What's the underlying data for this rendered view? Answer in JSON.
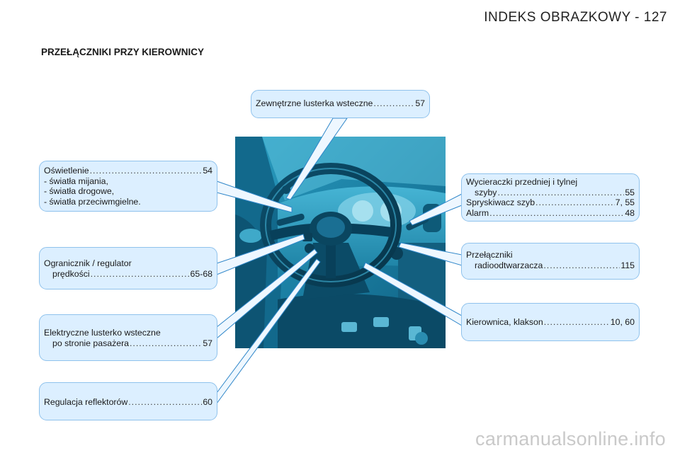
{
  "header": {
    "title": "INDEKS OBRAZKOWY - 127"
  },
  "section": {
    "title": "PRZEŁĄCZNIKI PRZY KIEROWNICY"
  },
  "callouts": {
    "mirrors": {
      "label": "Zewnętrzne lusterka wsteczne",
      "page": "57"
    },
    "lighting": {
      "label": "Oświetlenie",
      "page": "54",
      "items": [
        "- świat­ła mijania,",
        "- świat­ła drogowe,",
        "- świat­ła przeciwmgielne."
      ]
    },
    "limiter": {
      "line1": "Ogranicznik / regulator",
      "label": "prędkości",
      "page": "65-68"
    },
    "electric_mirror": {
      "line1": "Elektryczne lusterko wsteczne",
      "label": "po stronie pasażera",
      "page": "57"
    },
    "headlamp": {
      "label": "Regulacja reflektorów",
      "page": "60"
    },
    "wipers": {
      "line1": "Wycieraczki przedniej i tylnej",
      "label1": "szyby",
      "page1": "55",
      "label2": "Spryskiwacz szyb",
      "page2": "7, 55",
      "label3": "Alarm",
      "page3": "48"
    },
    "radio": {
      "line1": "Przełączniki",
      "label": "radioodtwarzacza",
      "page": "115"
    },
    "wheel": {
      "label": "Kierownica, klakson",
      "page": "10, 60"
    }
  },
  "watermark": "carmanualsonline.info",
  "colors": {
    "callout_bg": "#dcefff",
    "callout_border": "#8fc2ec",
    "photo_tint": "#1f8fb0",
    "leader_line": "#ffffff"
  }
}
